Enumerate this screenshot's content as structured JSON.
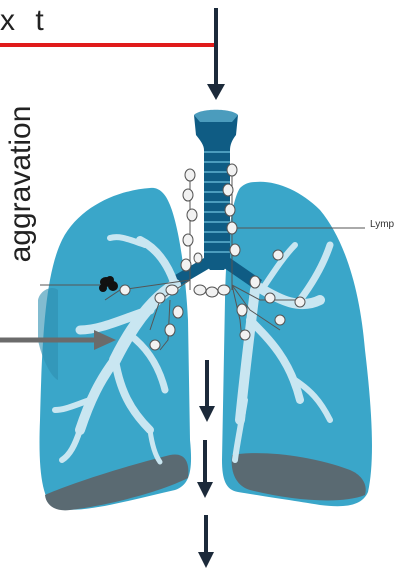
{
  "title_text": "x t",
  "side_label": "aggravation",
  "lymph_label": "Lymp",
  "colors": {
    "lung": "#3aa6c9",
    "lung_shadow": "#5a6a72",
    "bronchi": "#c9e6f1",
    "trachea": "#0f5c84",
    "trachea_light": "#4b9cbd",
    "red_line": "#e01b1b",
    "arrow": "#1c2a3a",
    "gray_arrow": "#6b6b6b",
    "tumor": "#111111",
    "node_fill": "#f2f2f2",
    "node_stroke": "#555555"
  },
  "icons": [
    "down-arrow-icon",
    "right-arrow-icon",
    "tumor-icon",
    "lymph-node-icon"
  ]
}
